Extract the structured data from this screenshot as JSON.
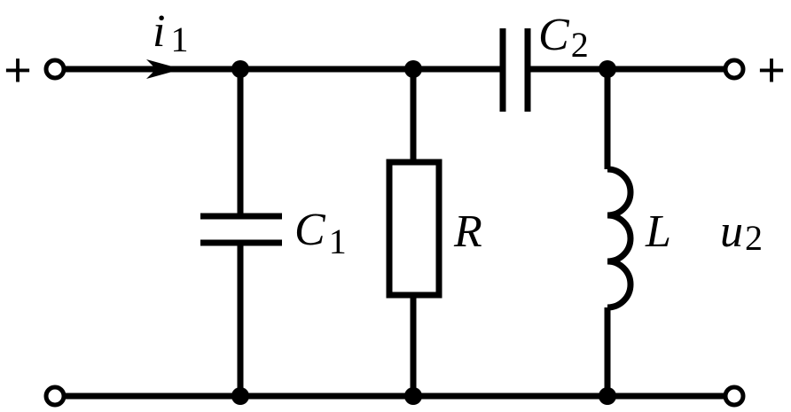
{
  "terminals": {
    "input_polarity": "+",
    "output_polarity": "+"
  },
  "labels": {
    "current": {
      "symbol": "i",
      "subscript": "1"
    },
    "c1": {
      "symbol": "C",
      "subscript": "1"
    },
    "c2": {
      "symbol": "C",
      "subscript": "2"
    },
    "resistor": {
      "symbol": "R"
    },
    "inductor": {
      "symbol": "L"
    },
    "output_voltage": {
      "symbol": "u",
      "subscript": "2"
    }
  },
  "colors": {
    "line": "#000000",
    "background": "#ffffff"
  }
}
